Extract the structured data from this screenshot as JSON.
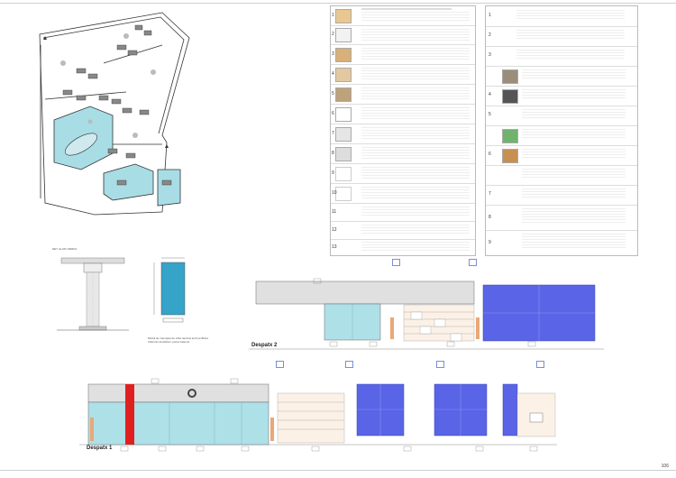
{
  "page": {
    "number": "106"
  },
  "sheets": {
    "despatx2": {
      "label": "Despatx 2"
    },
    "despatx1": {
      "label": "Despatx 1"
    }
  },
  "detail": {
    "caption_top": "DET. ALUM. PERFIL",
    "note": "Mòdul de mampara de vidre laminat amb perfileria d'alumini anoditzat i portes batents"
  },
  "legend_left": [
    "1",
    "2",
    "3",
    "4",
    "5",
    "6",
    "7",
    "8",
    "9",
    "10",
    "11",
    "12",
    "13"
  ],
  "legend_right": [
    "1",
    "2",
    "3",
    "4",
    "5",
    "6",
    "7",
    "8",
    "9"
  ],
  "colors": {
    "glass": "#aee0e8",
    "panel": "#5a64e6",
    "highlight": "#e02020",
    "wall": "#f0d2b4"
  }
}
